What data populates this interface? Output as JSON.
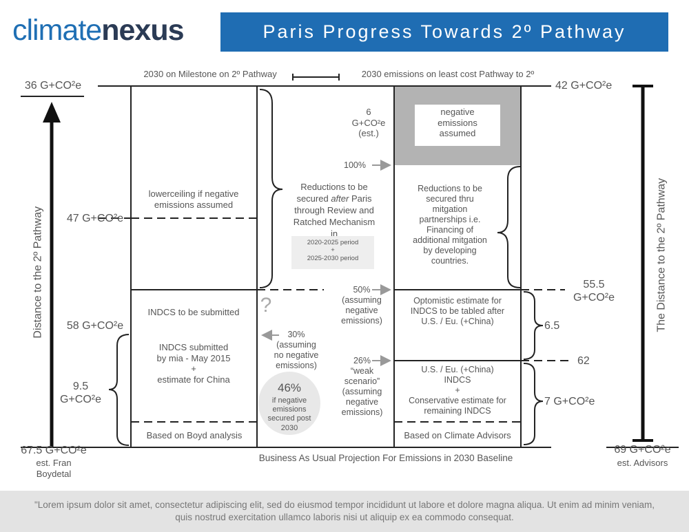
{
  "logo": {
    "part1": "climate",
    "part2": "nex",
    "part3": "us"
  },
  "title": "Paris Progress Towards 2º Pathway",
  "top": {
    "left_label": "2030 on Milestone on 2º Pathway",
    "right_label": "2030 emissions on least cost Pathway to 2º"
  },
  "left_axis": {
    "top_value": "36 G+CO²e",
    "side_label": "Distance to the 2º Pathway",
    "mid_value": "47 G+CO²e",
    "value_58": "58 G+CO²e",
    "bracket_value": "9.5\nG+CO²e",
    "bottom_value": "67.5 G+CO²e",
    "bottom_note": "est. Fran\nBoydetal"
  },
  "right_axis": {
    "top_value": "42 G+CO²e",
    "side_label": "The Distance to the 2º Pathway",
    "value_55": "55.5\nG+CO²e",
    "value_6_5": "6.5",
    "value_62": "62",
    "value_7": "7 G+CO²e",
    "bottom_value": "69 G+CO²e",
    "bottom_note": "est. Advisors"
  },
  "col1": {
    "lower_ceiling": "lowerceiling if negative emissions assumed",
    "indcs_to_submit": "INDCS to be submitted",
    "indcs_submitted": "INDCS submitted\nby mia - May 2015\n+\nestimate for China",
    "boyd": "Based on Boyd analysis"
  },
  "col2": {
    "reductions": "Reductions to be\nsecured after Paris\nthrough Review and\nRatched  Mechanism\nin",
    "periods": "2020-2025 period\n+\n2025-2030 period",
    "question": "?",
    "pct30": "30%\n(assuming\nno negative\nemissions)",
    "pct46": "46%",
    "pct46_note": "if negative\nemissions\nsecured post\n2030"
  },
  "col_mid": {
    "neg6": "6\nG+CO²e\n(est.)",
    "pct100": "100%",
    "pct50": "50%\n(assuming\nnegative\nemissions)",
    "pct26": "26%\n“weak\nscenario”\n(assuming\nnegative\nemissions)"
  },
  "col3": {
    "negative": "negative\nemissions\nassumed",
    "partnerships": "Reductions to be\nsecured thru\nmitgation\npartnerships i.e.\nFinancing of\nadditional mitgation\nby developing\ncountries.",
    "optimistic": "Optomistic estimate for\nINDCS to be tabled  after\nU.S. / Eu.  (+China)",
    "conservative": "U.S. / Eu.  (+China)\nINDCS\n+\nConservative estimate for\nremaining INDCS",
    "advisors": "Based on Climate Advisors"
  },
  "bottom_label": "Business As Usual Projection  For Emissions in 2030 Baseline",
  "footer": "\"Lorem ipsum dolor sit amet, consectetur adipiscing elit, sed do eiusmod tempor incididunt ut labore et dolore magna aliqua. Ut enim ad minim veniam, quis nostrud exercitation ullamco laboris nisi ut aliquip ex ea commodo consequat.",
  "colors": {
    "brand_blue": "#1f6db3",
    "dark_navy": "#2b3b55",
    "neg_gray": "#b3b3b3"
  }
}
